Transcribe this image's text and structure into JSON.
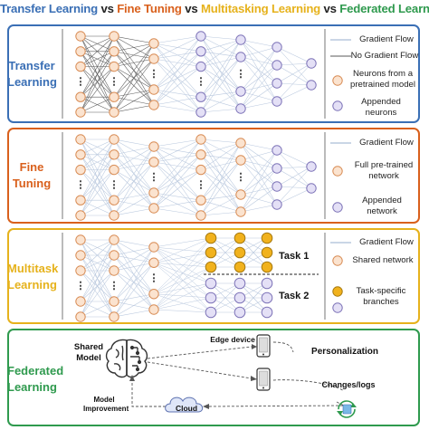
{
  "title": {
    "part1": "Transfer Learning",
    "vs1": " vs ",
    "part2": "Fine Tuning",
    "vs2": " vs ",
    "part3": "Multitasking Learning",
    "vs3": " vs ",
    "part4": "Federated Learning"
  },
  "colors": {
    "transfer": "#3a6fb5",
    "fine": "#d9601c",
    "multitask": "#e6b21c",
    "federated": "#2f9a4e",
    "neuron_orange_fill": "#fbe3cf",
    "neuron_orange_stroke": "#d88c55",
    "neuron_purple_fill": "#e4e0f6",
    "neuron_purple_stroke": "#7e74b8",
    "task_yellow": "#f1b21d",
    "gradient_line": "#b9c8de",
    "no_gradient_line": "#5a5a5a"
  },
  "panels": [
    {
      "label": "Transfer Learning",
      "legend": {
        "gradient": "Gradient Flow",
        "no_gradient": "No Gradient Flow",
        "neurons_pretrained": "Neurons from a pretrained model",
        "appended": "Appended neurons"
      }
    },
    {
      "label": "Fine Tuning",
      "legend": {
        "gradient": "Gradient Flow",
        "full_pretrained": "Full pre-trained network",
        "appended": "Appended network"
      }
    },
    {
      "label": "Multitask Learning",
      "task1": "Task 1",
      "task2": "Task 2",
      "legend": {
        "gradient": "Gradient Flow",
        "shared": "Shared network",
        "task_specific": "Task-specific branches"
      }
    },
    {
      "label": "Federated Learning",
      "shared_model": "Shared Model",
      "edge_device": "Edge device",
      "personalization": "Personalization",
      "changes_logs": "Changes/logs",
      "cloud": "Cloud",
      "model_improvement": "Model Improvement"
    }
  ],
  "icons": [
    "brain-icon",
    "phone-icon",
    "cloud-icon",
    "sync-icon",
    "database-icon"
  ]
}
